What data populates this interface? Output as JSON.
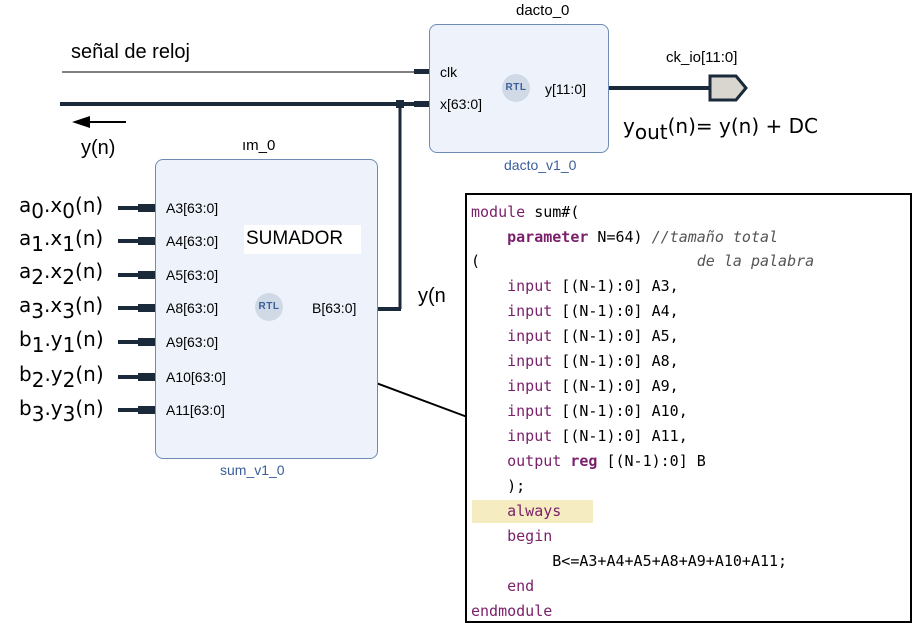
{
  "clock_signal_label": "señal de reloj",
  "dacto": {
    "instance": "dacto_0",
    "module": "dacto_v1_0",
    "ports": {
      "clk": "clk",
      "x": "x[63:0]",
      "y": "y[11:0]"
    },
    "badge": "RTL"
  },
  "output_port": {
    "name": "ck_io[11:0]"
  },
  "yout_eq": {
    "y": "y",
    "sub": "out",
    "rest": "(n)= y(n) + DC"
  },
  "feedback_label": "y(n)",
  "sum": {
    "instance": "ım_0",
    "module": "sum_v1_0",
    "title": "SUMADOR",
    "inputs": [
      "A3[63:0]",
      "A4[63:0]",
      "A5[63:0]",
      "A8[63:0]",
      "A9[63:0]",
      "A10[63:0]",
      "A11[63:0]"
    ],
    "output": "B[63:0]",
    "badge": "RTL"
  },
  "sum_output_label": "y(n",
  "input_terms": [
    {
      "a": "a",
      "as": "0",
      "b": "x",
      "bs": "0",
      "tail": "(n)"
    },
    {
      "a": "a",
      "as": "1",
      "b": "x",
      "bs": "1",
      "tail": "(n)"
    },
    {
      "a": "a",
      "as": "2",
      "b": "x",
      "bs": "2",
      "tail": "(n)"
    },
    {
      "a": "a",
      "as": "3",
      "b": "x",
      "bs": "3",
      "tail": "(n)"
    },
    {
      "a": "b",
      "as": "1",
      "b": "y",
      "bs": "1",
      "tail": "(n)"
    },
    {
      "a": "b",
      "as": "2",
      "b": "y",
      "bs": "2",
      "tail": "(n)"
    },
    {
      "a": "b",
      "as": "3",
      "b": "y",
      "bs": "3",
      "tail": "(n)"
    }
  ],
  "code": {
    "l1_a": "module",
    "l1_b": " sum#(",
    "l2_a": "parameter",
    "l2_b": " N=64) ",
    "l2_c": "//tamaño total",
    "l3_a": "(",
    "l3_c": "de la palabra",
    "in_kw": "input",
    "ins": [
      " [(N-1):0] A3,",
      " [(N-1):0] A4,",
      " [(N-1):0] A5,",
      " [(N-1):0] A8,",
      " [(N-1):0] A9,",
      " [(N-1):0] A10,",
      " [(N-1):0] A11,"
    ],
    "out_kw": "output",
    "reg_kw": "reg",
    "out_rest": " [(N-1):0] B",
    "close_paren": ");",
    "always": "always",
    "begin": "begin",
    "assign": "B<=A3+A4+A5+A8+A9+A10+A11;",
    "end": "end",
    "endmodule": "endmodule"
  }
}
